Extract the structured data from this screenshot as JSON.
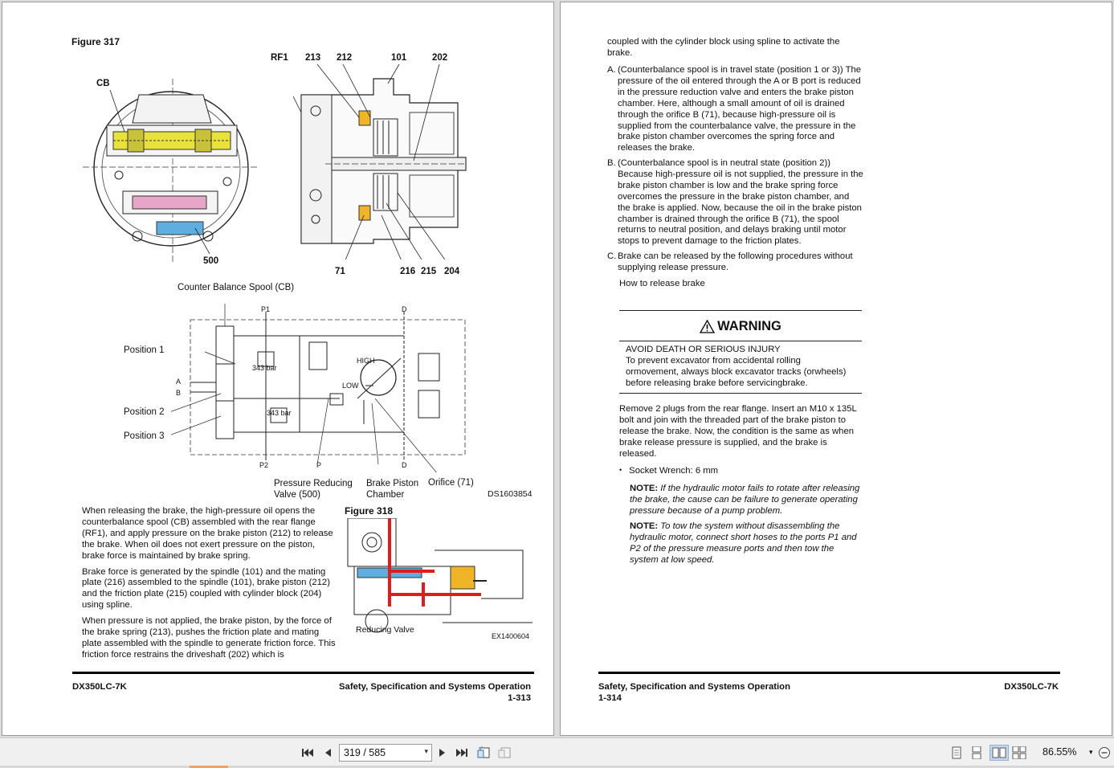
{
  "left_page": {
    "figure317": "Figure 317",
    "callouts": {
      "cb": "CB",
      "rf1": "RF1",
      "c213": "213",
      "c212": "212",
      "c101": "101",
      "c202": "202",
      "c500": "500",
      "c71": "71",
      "c216": "216",
      "c215": "215",
      "c204": "204"
    },
    "schematic": {
      "cb_title": "Counter Balance Spool (CB)",
      "p1": "P1",
      "d_top": "D",
      "p2": "P2",
      "p_bottom": "P",
      "d_bottom": "D",
      "position1": "Position 1",
      "position2": "Position 2",
      "position3": "Position 3",
      "a": "A",
      "b": "B",
      "bar1": "343 bar",
      "bar2": "343 bar",
      "high": "HIGH",
      "low": "LOW",
      "prv_line1": "Pressure Reducing",
      "prv_line2": "Valve (500)",
      "bpc_line1": "Brake Piston",
      "bpc_line2": "Chamber",
      "orifice": "Orifice (71)",
      "code": "DS1603854"
    },
    "paragraphs": [
      "When releasing the brake, the high-pressure oil opens the counterbalance spool (CB) assembled with the rear flange (RF1), and apply pressure on the brake piston (212) to release the brake. When oil does not exert pressure on the piston, brake force is maintained by brake spring.",
      "Brake force is generated by the spindle (101) and the mating plate (216) assembled to the spindle (101), brake piston (212) and the friction plate (215) coupled with cylinder block (204) using spline.",
      "When pressure is not applied, the brake piston, by the force of the brake spring (213), pushes the friction plate and mating plate assembled with the spindle to generate friction force. This friction force restrains the driveshaft (202) which is"
    ],
    "figure318": "Figure 318",
    "reducing_valve": "Reducing Valve",
    "fig318_code": "EX1400604",
    "footer_left": "DX350LC-7K",
    "footer_title": "Safety, Specification and Systems Operation",
    "footer_page": "1-313"
  },
  "right_page": {
    "intro": "coupled with the cylinder block using spline to activate the brake.",
    "items": [
      {
        "letter": "A.",
        "text": "(Counterbalance spool is in travel state (position 1 or 3)) The pressure of the oil entered through the A or B port is reduced in the pressure reduction valve and enters the brake piston chamber. Here, although a small amount of oil is drained through the orifice B (71), because high-pressure oil is supplied from the counterbalance valve, the pressure in the brake piston chamber overcomes the spring force and releases the brake."
      },
      {
        "letter": "B.",
        "text": "(Counterbalance spool is in neutral state (position 2)) Because high-pressure oil is not supplied, the pressure in the brake piston chamber is low and the brake spring force overcomes the pressure in the brake piston chamber, and the brake is applied. Now, because the oil in the brake piston chamber is drained through the orifice B (71), the spool returns to neutral position, and delays braking until motor stops to prevent damage to the friction plates."
      },
      {
        "letter": "C.",
        "text": "Brake can be released by the following procedures without supplying release pressure."
      }
    ],
    "how_to": "How to release brake",
    "warning_title": "WARNING",
    "warning_heading": "AVOID DEATH OR SERIOUS INJURY",
    "warning_body": "To prevent excavator from accidental rolling ormovement, always block excavator tracks (orwheels) before releasing brake before servicingbrake.",
    "procedure": "Remove 2 plugs from the rear flange. Insert an M10 x 135L bolt and join with the threaded part of the brake piston to release the brake. Now, the condition is the same as when brake release pressure is supplied, and the brake is released.",
    "bullet": "Socket Wrench: 6 mm",
    "note1_label": "NOTE:",
    "note1_text": "If the hydraulic motor fails to rotate after releasing the brake, the cause can be failure to generate operating pressure because of a pump problem.",
    "note2_label": "NOTE:",
    "note2_text": "To tow the system without disassembling the hydraulic motor, connect short hoses to the ports P1 and P2 of the pressure measure ports and then tow the system at low speed.",
    "footer_title": "Safety, Specification and Systems Operation",
    "footer_page": "1-314",
    "footer_right": "DX350LC-7K"
  },
  "toolbar": {
    "page_value": "319 / 585",
    "zoom": "86.55%",
    "icons": [
      "first-page-icon",
      "previous-page-icon",
      "next-page-icon",
      "last-page-icon",
      "previous-view-icon",
      "next-view-icon",
      "single-page-icon",
      "continuous-icon",
      "facing-icon",
      "continuous-facing-icon",
      "zoom-out-icon"
    ]
  },
  "colors": {
    "highlight_yellow": "#e8e23a",
    "hydraulic_red": "#e21b1b",
    "spool_blue": "#5eaee0",
    "spool_pink": "#e6a6c8",
    "piston_orange": "#f0b429"
  }
}
